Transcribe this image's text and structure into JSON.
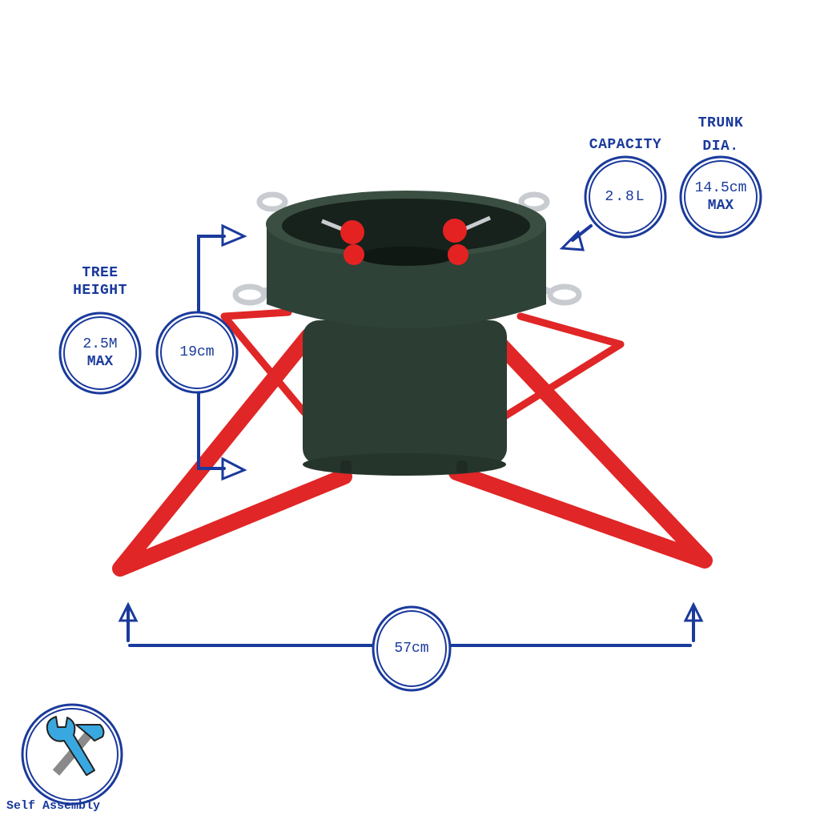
{
  "product": {
    "name": "Christmas tree stand",
    "colors": {
      "bowl": "#2c3e33",
      "legs": "#e02626",
      "knobs": "#e52222",
      "metal": "#c8ccd0",
      "annotation": "#1a3a9c"
    }
  },
  "specs": {
    "tree_height": {
      "title_line1": "TREE",
      "title_line2": "HEIGHT",
      "value_line1": "2.5M",
      "value_line2": "MAX"
    },
    "capacity": {
      "title": "CAPACITY",
      "value": "2.8L"
    },
    "trunk_diameter": {
      "title_line1": "TRUNK",
      "title_line2": "DIA.",
      "value_line1": "14.5cm",
      "value_line2": "MAX"
    },
    "height_dimension": {
      "value": "19cm"
    },
    "width_dimension": {
      "value": "57cm"
    }
  },
  "badge": {
    "icon": "wrench-hammer-icon",
    "label": "Self Assembly",
    "colors": {
      "tool": "#3aa8e0",
      "handle": "#8a8a8a"
    }
  }
}
